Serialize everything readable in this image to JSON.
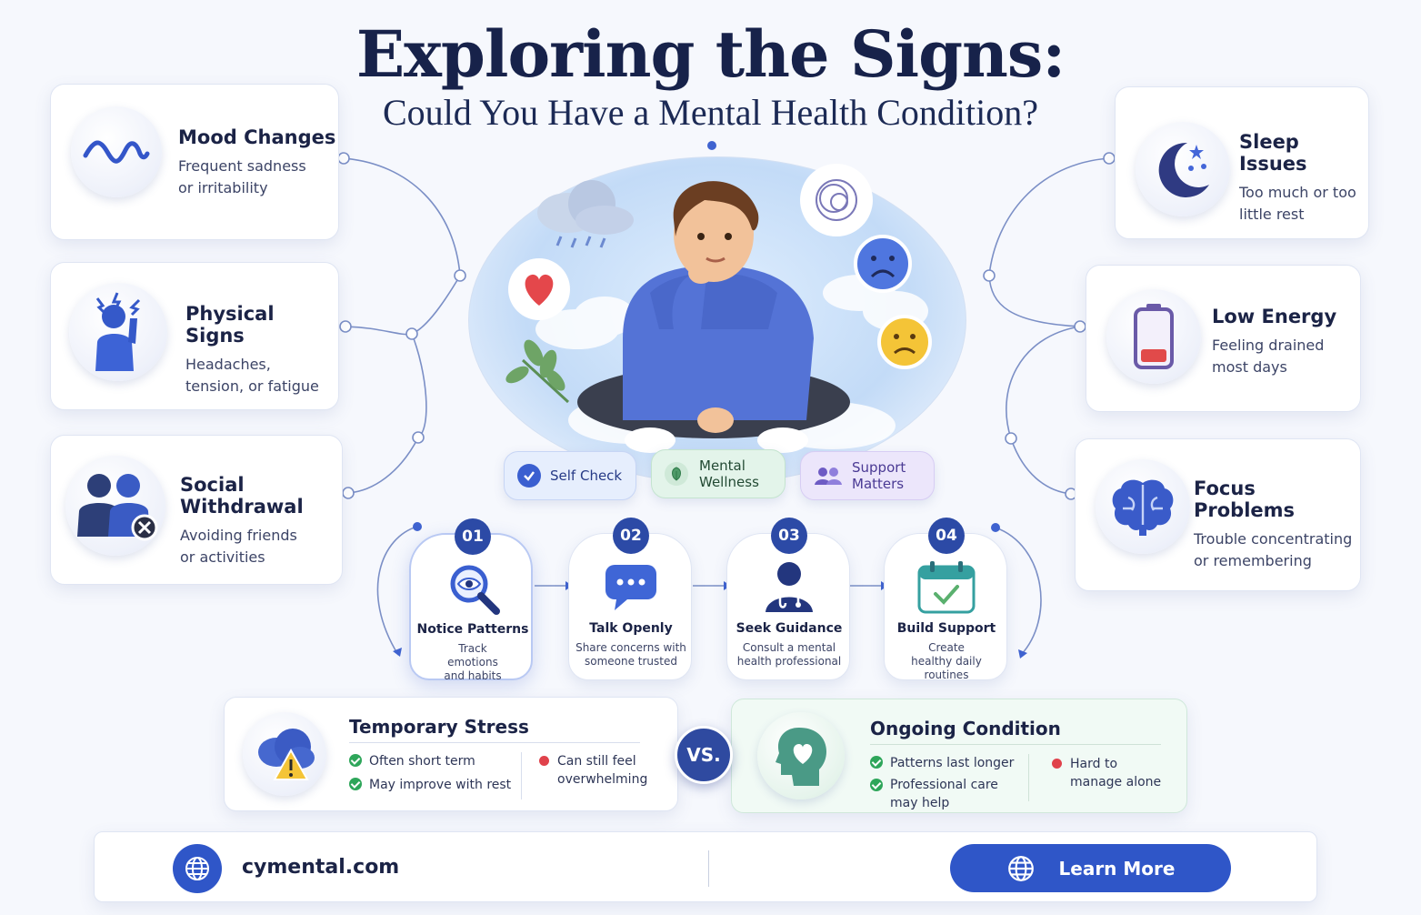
{
  "header": {
    "title": "Exploring the Signs:",
    "subtitle": "Could You Have a Mental Health Condition?"
  },
  "signs_left": [
    {
      "title": "Mood Changes",
      "desc": "Frequent sadness or irritability",
      "icon": "wave-icon"
    },
    {
      "title": "Physical Signs",
      "desc": "Headaches, tension, or fatigue",
      "icon": "person-headache-icon"
    },
    {
      "title": "Social Withdrawal",
      "desc": "Avoiding friends or activities",
      "icon": "people-remove-icon"
    }
  ],
  "signs_right": [
    {
      "title": "Sleep Issues",
      "desc": "Too much or too little rest",
      "icon": "moon-stars-icon"
    },
    {
      "title": "Low Energy",
      "desc": "Feeling drained most days",
      "icon": "low-battery-icon"
    },
    {
      "title": "Focus Problems",
      "desc": "Trouble concentrating or remembering",
      "icon": "brain-icon"
    }
  ],
  "pills": [
    {
      "label": "Self Check",
      "icon": "check-circle-icon"
    },
    {
      "label": "Mental Wellness",
      "icon": "leaf-icon"
    },
    {
      "label": "Support Matters",
      "icon": "group-icon"
    }
  ],
  "steps": [
    {
      "num": "01",
      "title": "Notice Patterns",
      "desc": "Track emotions and habits",
      "icon": "magnifier-eye-icon"
    },
    {
      "num": "02",
      "title": "Talk Openly",
      "desc": "Share concerns with someone trusted",
      "icon": "chat-bubble-icon"
    },
    {
      "num": "03",
      "title": "Seek Guidance",
      "desc": "Consult a mental health professional",
      "icon": "doctor-icon"
    },
    {
      "num": "04",
      "title": "Build Support",
      "desc": "Create healthy daily routines",
      "icon": "calendar-check-icon"
    }
  ],
  "compare": {
    "vs_label": "VS.",
    "temporary": {
      "title": "Temporary Stress",
      "pros": [
        "Often short term",
        "May improve with rest"
      ],
      "con": "Can still feel overwhelming"
    },
    "ongoing": {
      "title": "Ongoing Condition",
      "pros": [
        "Patterns last longer",
        "Professional care may help"
      ],
      "con": "Hard to manage alone"
    }
  },
  "footer": {
    "site": "cymental.com",
    "cta": "Learn More"
  },
  "colors": {
    "navy": "#17224a",
    "accent_blue": "#2f56c8",
    "step_badge": "#2c4aa6",
    "ok_green": "#2ea65a",
    "warn_red": "#e0424b"
  }
}
